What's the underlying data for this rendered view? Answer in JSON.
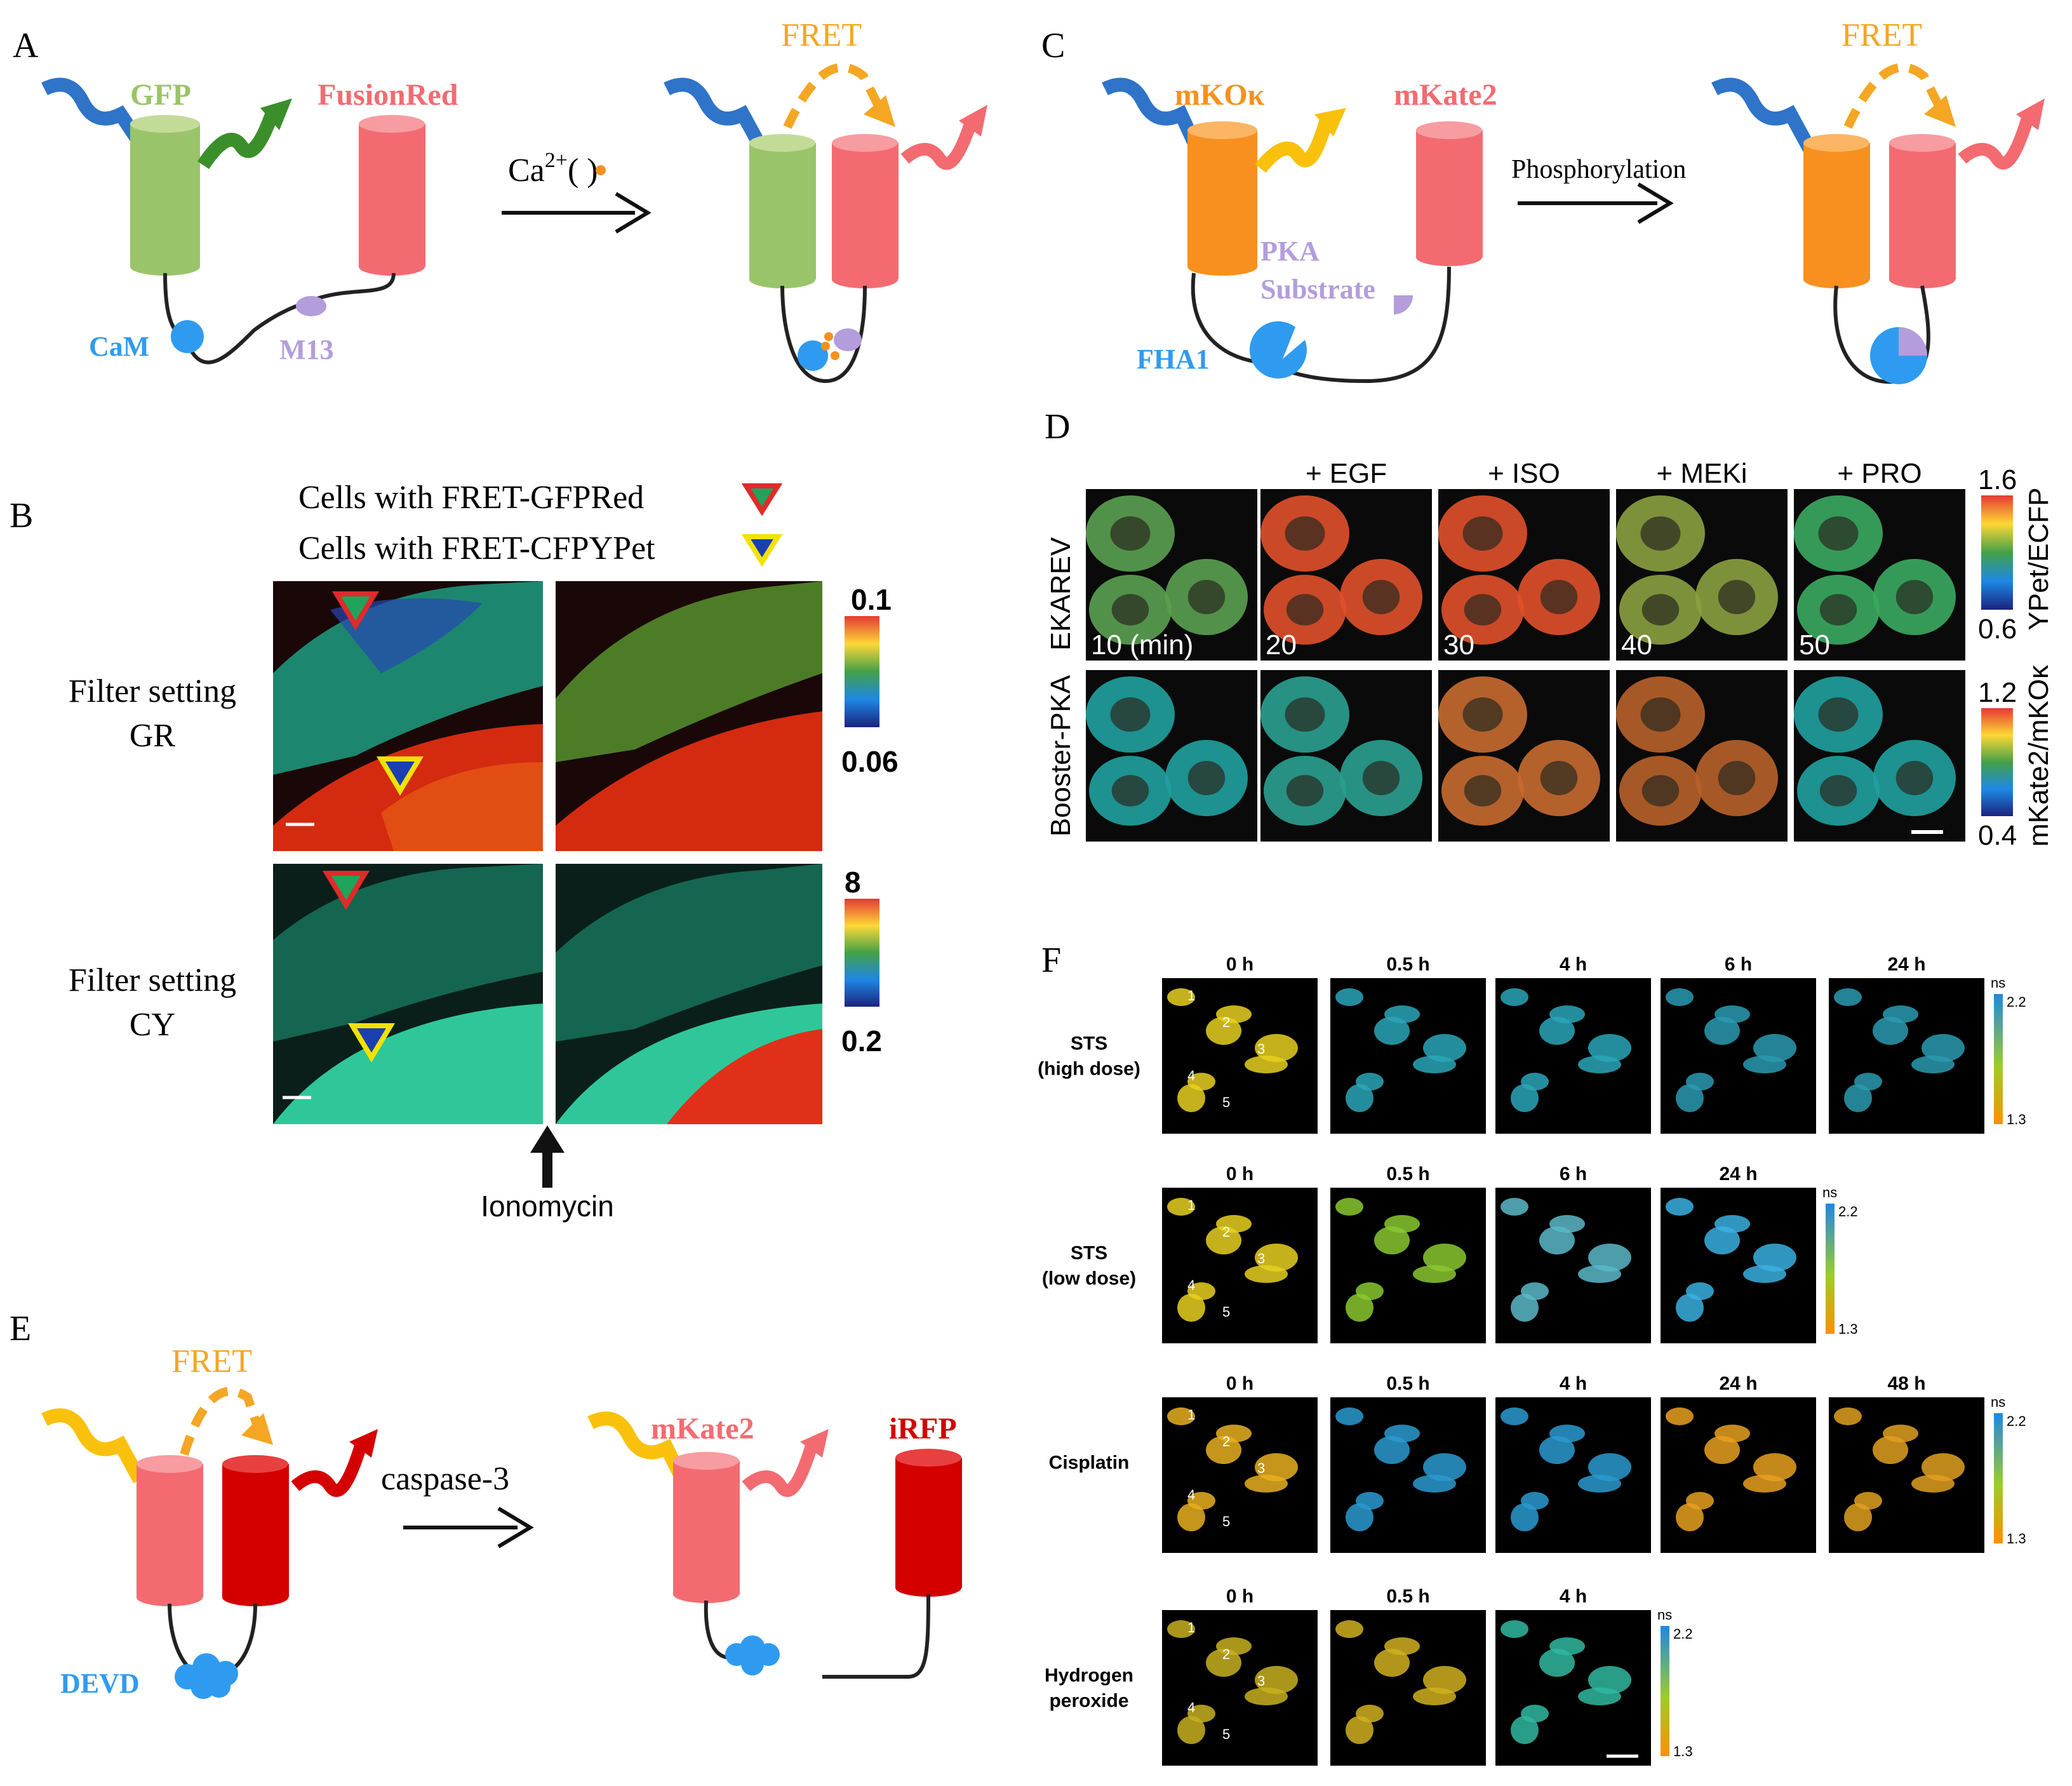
{
  "colors": {
    "gfp": "#9ac46a",
    "fusionred": "#f36b70",
    "mko": "#f7901e",
    "mkate2": "#f36b70",
    "irfp": "#d40000",
    "cam": "#2f9bf0",
    "m13": "#b39ddb",
    "fret": "#f5a623",
    "blue_arrow": "#2f74c8",
    "green_arrow": "#3b8f2a",
    "yellow_arrow": "#f9c10c"
  },
  "panel_a": {
    "label": "A",
    "gfp": "GFP",
    "fusionred": "FusionRed",
    "cam": "CaM",
    "m13": "M13",
    "ca_base": "Ca",
    "ca_sup": "2+",
    "ca_paren": "( )",
    "fret": "FRET"
  },
  "panel_b": {
    "label": "B",
    "legend1": "Cells with FRET-GFPRed",
    "legend2": "Cells with FRET-CFPYPet",
    "row1_line1": "Filter setting",
    "row1_line2": "GR",
    "row2_line1": "Filter setting",
    "row2_line2": "CY",
    "cb1_max": "0.1",
    "cb1_min": "0.06",
    "cb2_max": "8",
    "cb2_min": "0.2",
    "ionomycin": "Ionomycin"
  },
  "panel_c": {
    "label": "C",
    "mko": "mKOκ",
    "mkate2": "mKate2",
    "pka1": "PKA",
    "pka2": "Substrate",
    "fha1": "FHA1",
    "phos": "Phosphorylation",
    "fret": "FRET"
  },
  "panel_d": {
    "label": "D",
    "headers": [
      "+ EGF",
      "+ ISO",
      "+ MEKi",
      "+ PRO"
    ],
    "row1": "EKAREV",
    "row2": "Booster-PKA",
    "times": [
      "10 (min)",
      "20",
      "30",
      "40",
      "50"
    ],
    "cb1_max": "1.6",
    "cb1_min": "0.6",
    "cb1_title": "YPet/ECFP",
    "cb2_max": "1.2",
    "cb2_min": "0.4",
    "cb2_title": "mKate2/mKOκ"
  },
  "panel_e": {
    "label": "E",
    "fret": "FRET",
    "caspase": "caspase-3",
    "devd": "DEVD",
    "mkate2": "mKate2",
    "irfp": "iRFP"
  },
  "panel_f": {
    "label": "F",
    "rows": [
      {
        "label1": "STS",
        "label2": "(high dose)",
        "times": [
          "0 h",
          "0.5 h",
          "4 h",
          "6 h",
          "24 h"
        ]
      },
      {
        "label1": "STS",
        "label2": "(low dose)",
        "times": [
          "0 h",
          "0.5 h",
          "6 h",
          "24 h"
        ]
      },
      {
        "label1": "Cisplatin",
        "label2": "",
        "times": [
          "0 h",
          "0.5 h",
          "4 h",
          "24 h",
          "48 h"
        ]
      },
      {
        "label1": "Hydrogen",
        "label2": "peroxide",
        "times": [
          "0 h",
          "0.5 h",
          "4 h"
        ]
      }
    ],
    "cb_unit": "ns",
    "cb_max": "2.2",
    "cb_min": "1.3",
    "cell_numbers": [
      "1",
      "2",
      "3",
      "4",
      "5"
    ]
  }
}
